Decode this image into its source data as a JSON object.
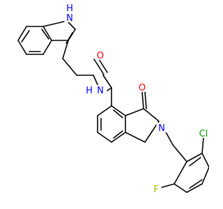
{
  "molecule": {
    "atoms": [
      {
        "name": "indole-nh",
        "text": "N",
        "sub": "H",
        "color": "#0000FF"
      },
      {
        "name": "amide-nh",
        "text": "N",
        "sub": "H",
        "color": "#0000FF"
      },
      {
        "name": "carbonyl-o-amide",
        "text": "O",
        "color": "#FF0000"
      },
      {
        "name": "carbonyl-o-lactam",
        "text": "O",
        "color": "#FF0000"
      },
      {
        "name": "lactam-n",
        "text": "N",
        "color": "#0000FF"
      },
      {
        "name": "chlorine",
        "text": "Cl",
        "color": "#00A000"
      },
      {
        "name": "fluorine",
        "text": "F",
        "color": "#90C000"
      }
    ]
  }
}
